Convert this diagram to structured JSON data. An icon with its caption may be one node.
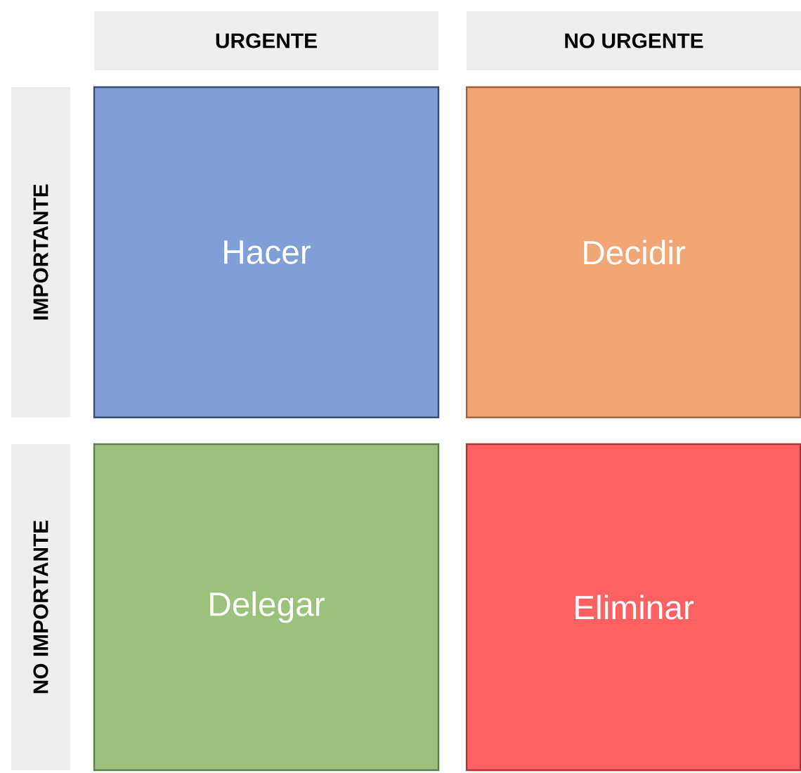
{
  "diagram": {
    "nodes": [
      {
        "text": [
          "URGENTE"
        ]
      },
      {
        "text": [
          "NO URGENTE"
        ]
      },
      {
        "text": [
          "IMPORTANTE"
        ]
      },
      {
        "text": [
          "NO IMPORTANTE"
        ]
      },
      {
        "text": [
          "Hacer"
        ]
      },
      {
        "text": [
          "Decidir"
        ]
      },
      {
        "text": [
          "Delegar"
        ]
      },
      {
        "text": [
          "Eliminar"
        ]
      }
    ]
  }
}
